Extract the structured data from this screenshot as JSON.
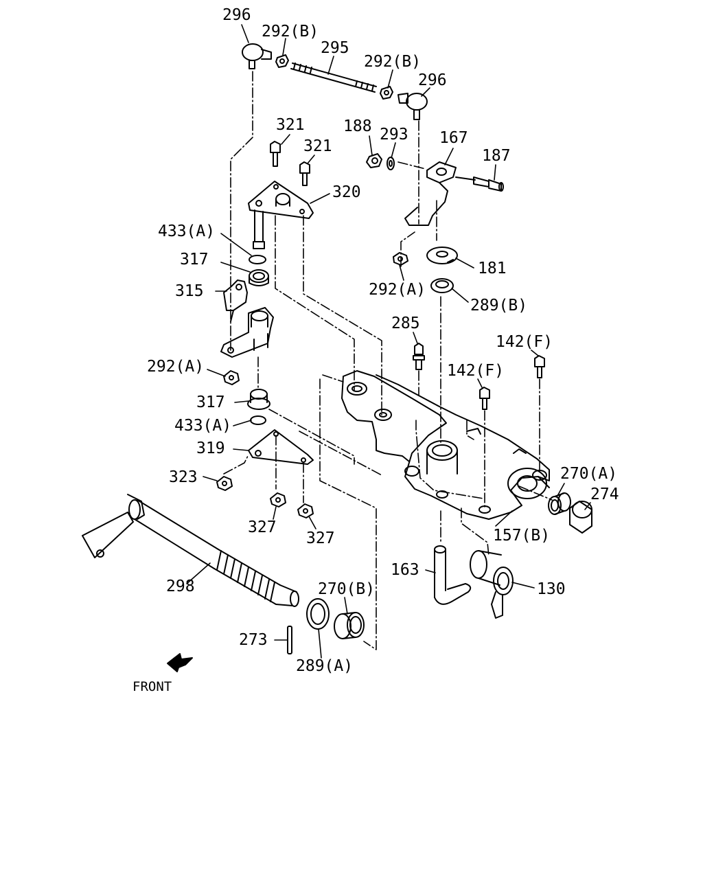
{
  "callouts": {
    "p296a": "296",
    "p292b_a": "292(B)",
    "p295": "295",
    "p292b_b": "292(B)",
    "p296b": "296",
    "p321a": "321",
    "p321b": "321",
    "p320": "320",
    "p188": "188",
    "p293": "293",
    "p167": "167",
    "p187": "187",
    "p433a_a": "433(A)",
    "p317a": "317",
    "p315": "315",
    "p181": "181",
    "p292a_a": "292(A)",
    "p289b": "289(B)",
    "p285": "285",
    "p142f_a": "142(F)",
    "p142f_b": "142(F)",
    "p292a_b": "292(A)",
    "p317b": "317",
    "p433a_b": "433(A)",
    "p319": "319",
    "p323": "323",
    "p270a": "270(A)",
    "p274": "274",
    "p157b": "157(B)",
    "p327a": "327",
    "p327b": "327",
    "p298": "298",
    "p163": "163",
    "p130": "130",
    "p270b": "270(B)",
    "p273": "273",
    "p289a": "289(A)"
  },
  "front_label": "FRONT"
}
